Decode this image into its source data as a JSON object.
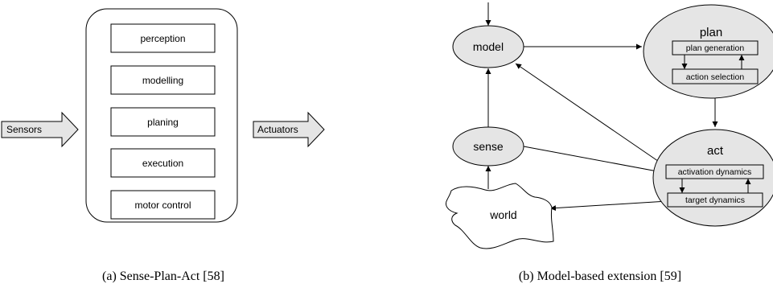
{
  "left": {
    "input_label": "Sensors",
    "output_label": "Actuators",
    "layers": [
      "perception",
      "modelling",
      "planing",
      "execution",
      "motor control"
    ],
    "caption": "(a) Sense-Plan-Act [58]"
  },
  "right": {
    "model": "model",
    "sense": "sense",
    "world": "world",
    "plan": {
      "title": "plan",
      "steps": [
        "plan generation",
        "action selection"
      ]
    },
    "act": {
      "title": "act",
      "steps": [
        "activation dynamics",
        "target dynamics"
      ]
    },
    "caption": "(b) Model-based extension [59]"
  },
  "colors": {
    "line": "#000000",
    "fill": "#e5e5e5",
    "arrow_fill": "#e5e5e5"
  }
}
